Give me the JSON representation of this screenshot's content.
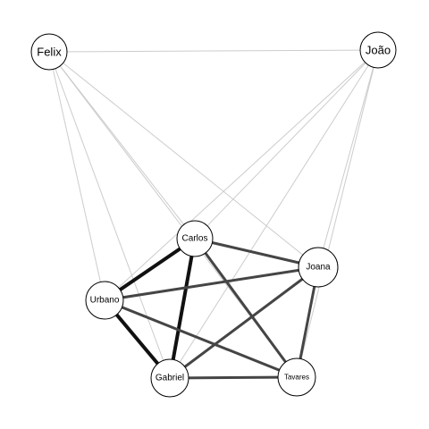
{
  "network": {
    "nodes": [
      {
        "id": "felix",
        "label": "Felix",
        "size": "large"
      },
      {
        "id": "joao",
        "label": "João",
        "size": "large"
      },
      {
        "id": "carlos",
        "label": "Carlos",
        "size": "small"
      },
      {
        "id": "joana",
        "label": "Joana",
        "size": "small"
      },
      {
        "id": "urbano",
        "label": "Urbano",
        "size": "small"
      },
      {
        "id": "gabriel",
        "label": "Gabriel",
        "size": "small"
      },
      {
        "id": "tavares",
        "label": "Tavares",
        "size": "tiny"
      }
    ],
    "edges": [
      {
        "source": "felix",
        "target": "joao",
        "weight": "light"
      },
      {
        "source": "felix",
        "target": "carlos",
        "weight": "light"
      },
      {
        "source": "felix",
        "target": "urbano",
        "weight": "light"
      },
      {
        "source": "felix",
        "target": "gabriel",
        "weight": "light"
      },
      {
        "source": "felix",
        "target": "joana",
        "weight": "light"
      },
      {
        "source": "felix",
        "target": "tavares",
        "weight": "light"
      },
      {
        "source": "joao",
        "target": "carlos",
        "weight": "light"
      },
      {
        "source": "joao",
        "target": "urbano",
        "weight": "light"
      },
      {
        "source": "joao",
        "target": "gabriel",
        "weight": "light"
      },
      {
        "source": "joao",
        "target": "joana",
        "weight": "light"
      },
      {
        "source": "joao",
        "target": "tavares",
        "weight": "light"
      },
      {
        "source": "carlos",
        "target": "urbano",
        "weight": "heavy"
      },
      {
        "source": "carlos",
        "target": "gabriel",
        "weight": "heavy"
      },
      {
        "source": "urbano",
        "target": "gabriel",
        "weight": "heavy"
      },
      {
        "source": "carlos",
        "target": "joana",
        "weight": "medium"
      },
      {
        "source": "carlos",
        "target": "tavares",
        "weight": "medium"
      },
      {
        "source": "urbano",
        "target": "joana",
        "weight": "medium"
      },
      {
        "source": "urbano",
        "target": "tavares",
        "weight": "medium"
      },
      {
        "source": "gabriel",
        "target": "joana",
        "weight": "medium"
      },
      {
        "source": "gabriel",
        "target": "tavares",
        "weight": "medium"
      },
      {
        "source": "joana",
        "target": "tavares",
        "weight": "medium"
      }
    ],
    "colors": {
      "light": "#cccccc",
      "medium": "#454545",
      "heavy": "#111111",
      "node_fill": "#ffffff",
      "node_stroke": "#000000"
    }
  }
}
